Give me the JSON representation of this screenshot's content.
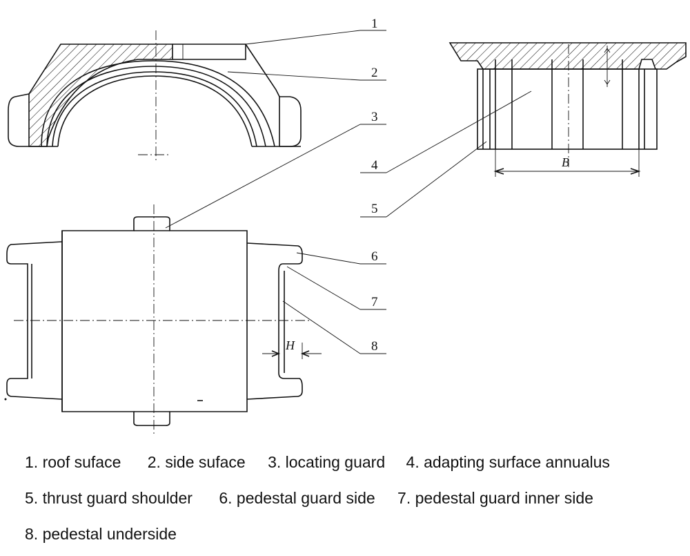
{
  "callouts": [
    "1",
    "2",
    "3",
    "4",
    "5",
    "6",
    "7",
    "8"
  ],
  "dimensions": {
    "b": "B",
    "h": "H"
  },
  "legend": {
    "row1": [
      "1. roof suface",
      "2. side suface",
      "3. locating guard",
      "4. adapting surface annualus"
    ],
    "row2": [
      "5. thrust guard shoulder",
      "6. pedestal guard side",
      "7. pedestal guard inner side"
    ],
    "row3": [
      "8. pedestal underside"
    ]
  }
}
